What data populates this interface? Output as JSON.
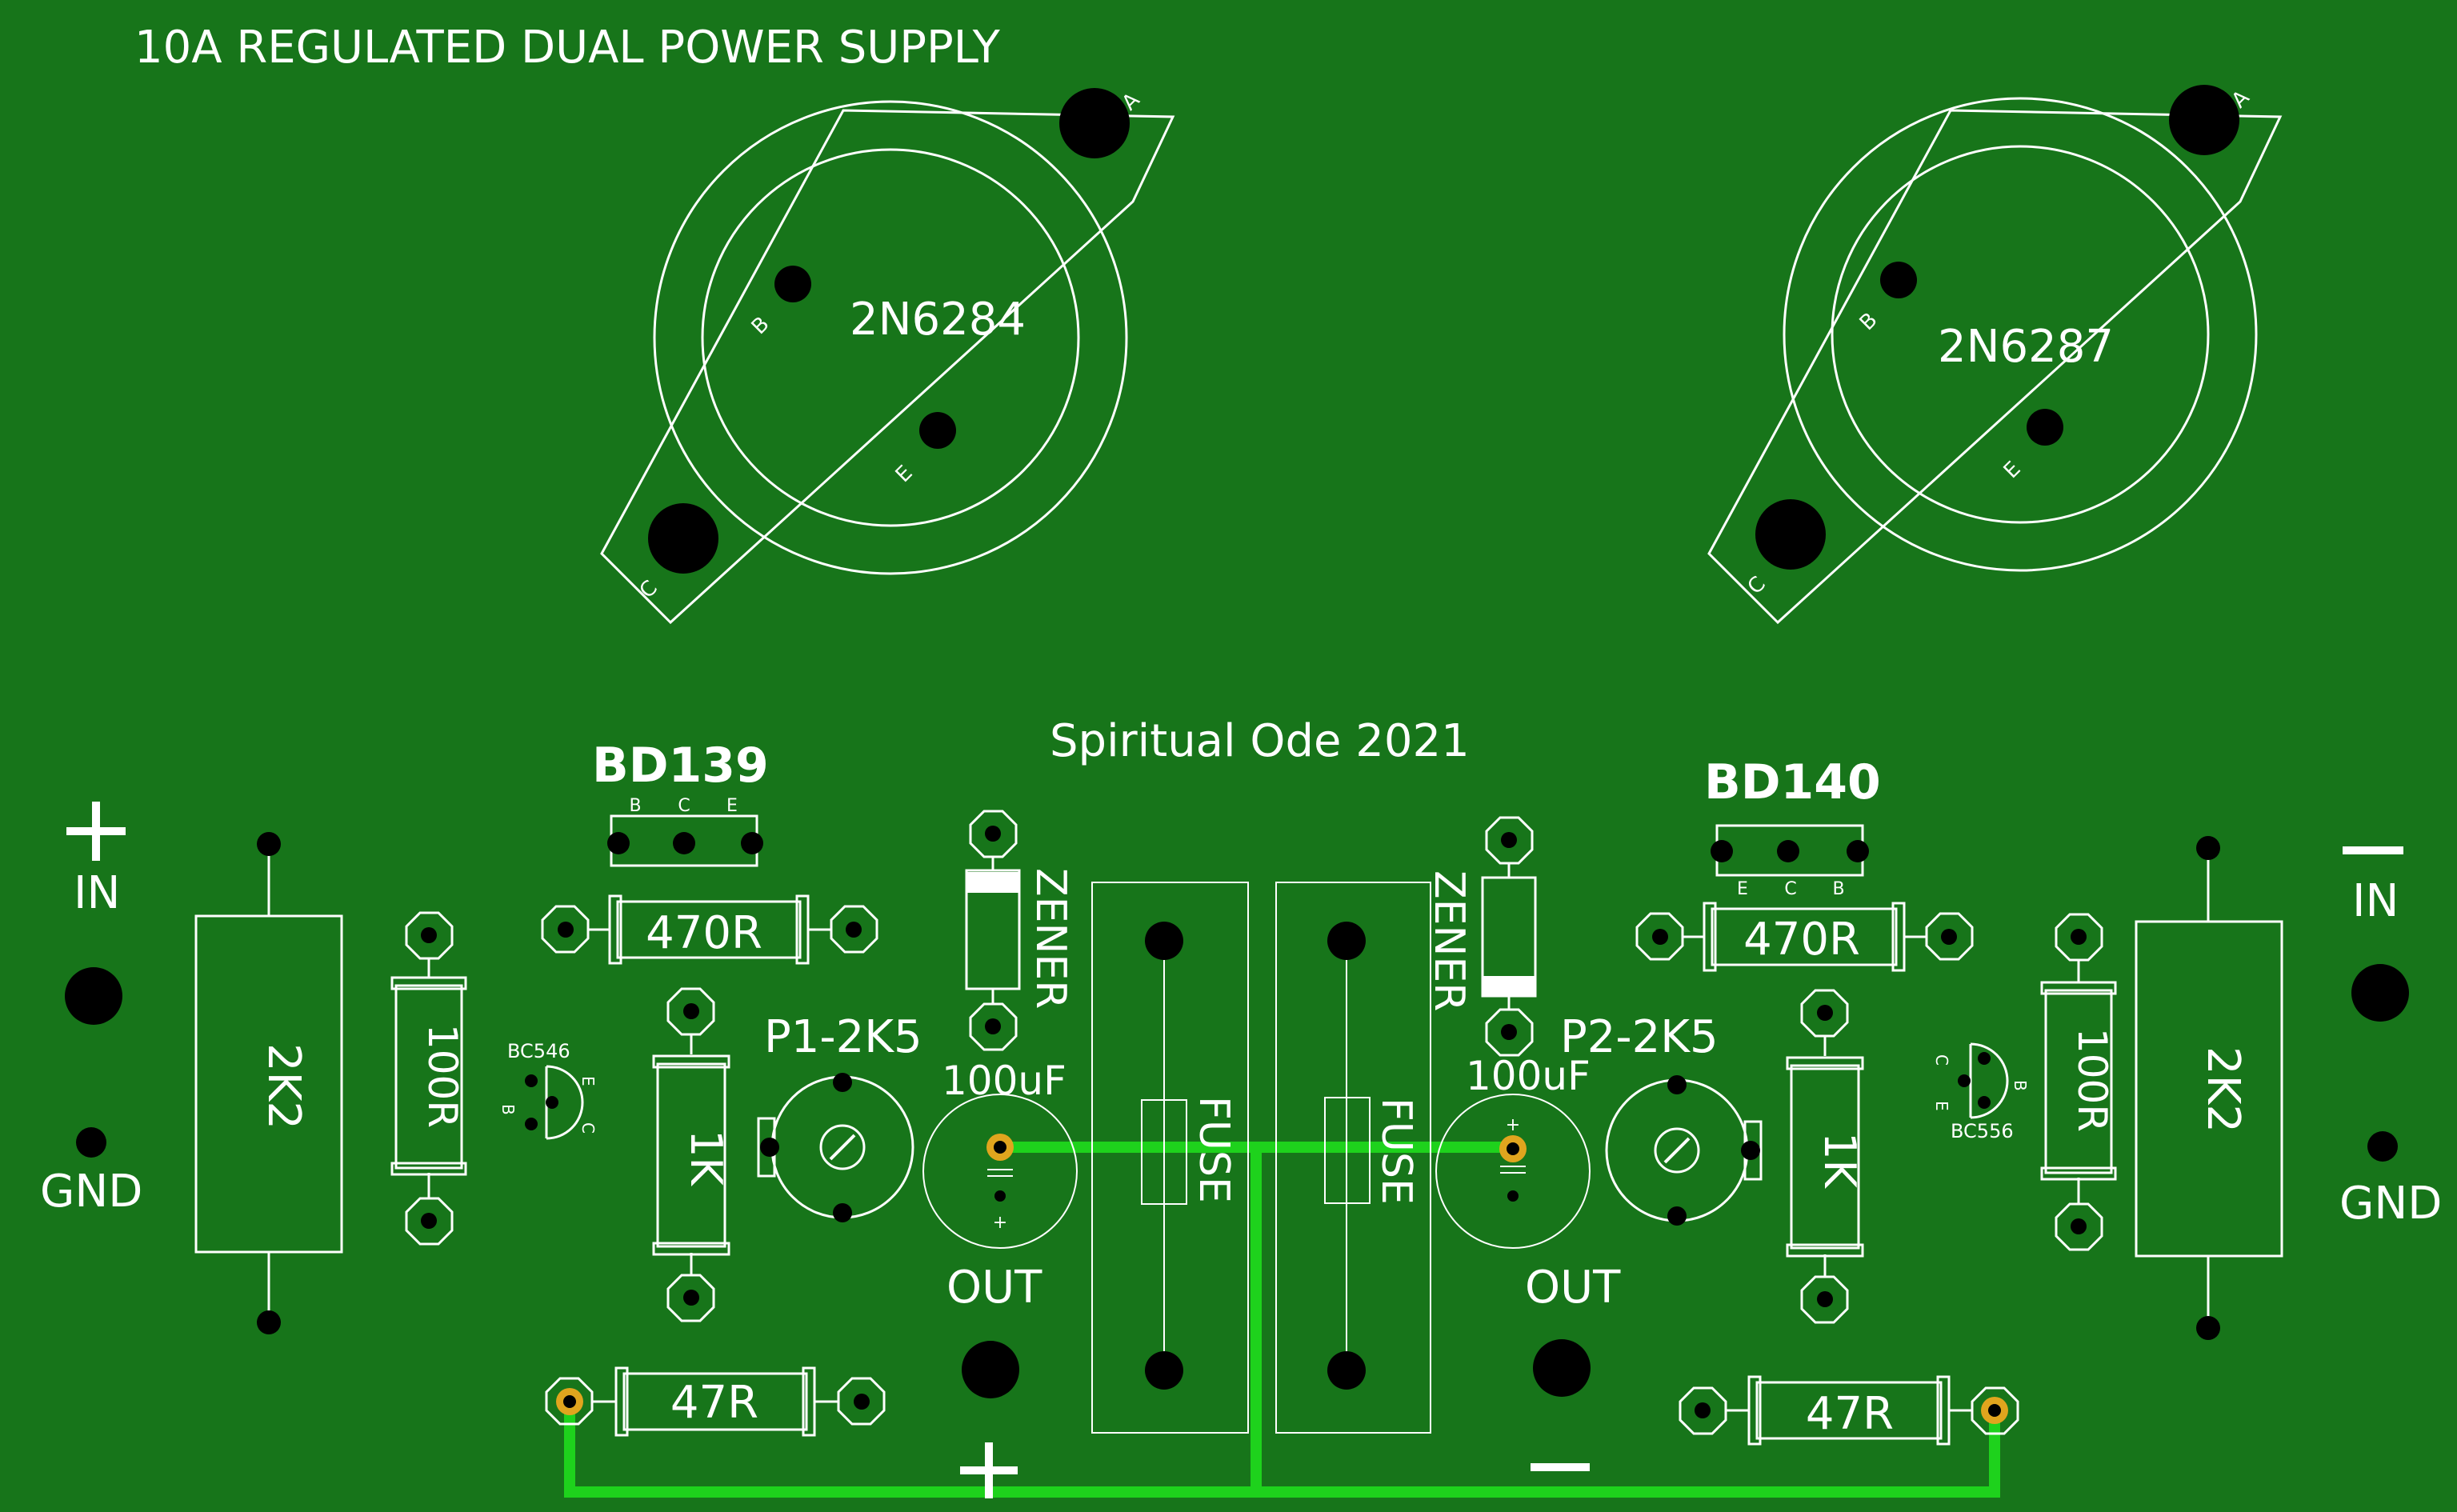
{
  "board": {
    "title": "10A REGULATED DUAL POWER SUPPLY",
    "credit": "Spiritual Ode 2021",
    "colors": {
      "board": "#17751a",
      "silkscreen": "#ffffff",
      "copper_trace": "#1ed21c",
      "pad_ring": "#e0a51e",
      "drill": "#000000"
    }
  },
  "transistors": {
    "left_power": {
      "label": "2N6284",
      "pins": {
        "b": "B",
        "e": "E",
        "c": "C",
        "a": "A"
      }
    },
    "right_power": {
      "label": "2N6287",
      "pins": {
        "b": "B",
        "e": "E",
        "c": "C",
        "a": "A"
      }
    },
    "left_driver": {
      "label": "BD139",
      "pins": [
        "B",
        "C",
        "E"
      ]
    },
    "right_driver": {
      "label": "BD140",
      "pins": [
        "E",
        "C",
        "B"
      ]
    },
    "left_small": {
      "label": "BC546",
      "pins": {
        "b": "B",
        "c": "C",
        "e": "E"
      }
    },
    "right_small": {
      "label": "BC556",
      "pins": {
        "c": "C",
        "e": "E",
        "b": "B"
      }
    }
  },
  "resistors": {
    "left_470": "470R",
    "right_470": "470R",
    "left_1k": "1K",
    "right_1k": "1K",
    "left_100": "100R",
    "right_100": "100R",
    "left_2k2": "2K2",
    "right_2k2": "2K2",
    "left_47": "47R",
    "right_47": "47R"
  },
  "pots": {
    "left": "P1-2K5",
    "right": "P2-2K5"
  },
  "caps": {
    "left": "100uF",
    "right": "100uF",
    "plus": "+"
  },
  "zener": {
    "left": "ZENER",
    "right": "ZENER"
  },
  "fuse": {
    "left": "FUSE",
    "right": "FUSE"
  },
  "terminals": {
    "plus_sign": "+",
    "minus_sign": "—",
    "in_left": "IN",
    "in_right": "IN",
    "gnd_left": "GND",
    "gnd_right": "GND",
    "out_left": "OUT",
    "out_right": "OUT",
    "out_plus": "+",
    "out_minus": "—"
  }
}
